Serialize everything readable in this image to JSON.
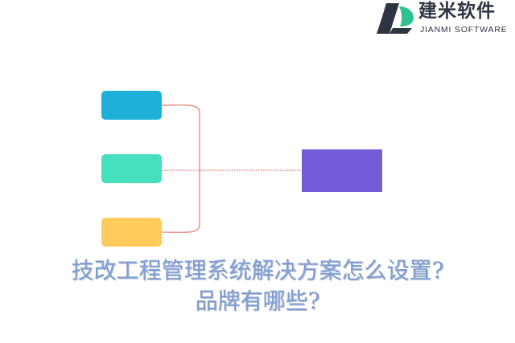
{
  "logo": {
    "name_cn": "建米软件",
    "name_en": "JIANMI SOFTWARE",
    "colors": {
      "mark_dark": "#2e3442",
      "mark_green": "#2ec28e"
    }
  },
  "diagram": {
    "boxes": [
      {
        "id": "blue",
        "color": "#1fb0d8"
      },
      {
        "id": "teal",
        "color": "#47e0bf"
      },
      {
        "id": "yellow",
        "color": "#ffcc5c"
      }
    ],
    "target": {
      "color": "#765bd8"
    },
    "connector_color": "#e8887a"
  },
  "title": {
    "line1": "技改工程管理系统解决方案怎么设置?",
    "line2": "品牌有哪些?",
    "color": "#7f9fd4"
  }
}
